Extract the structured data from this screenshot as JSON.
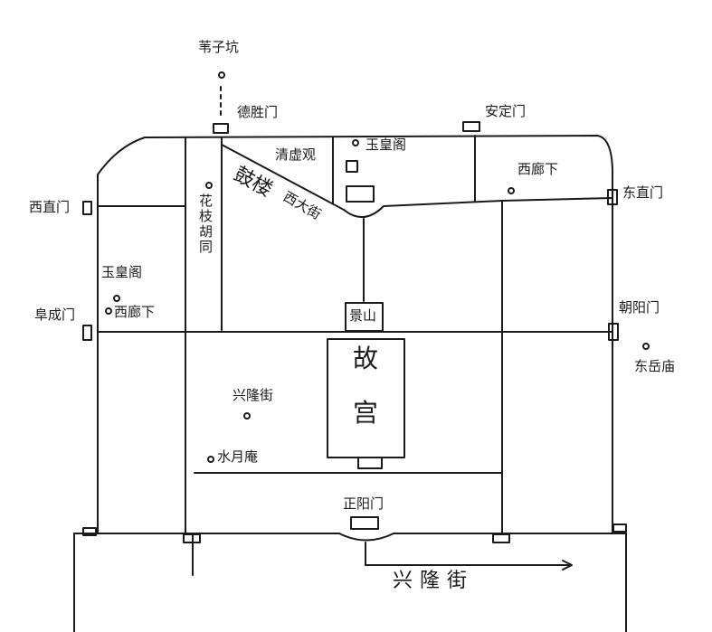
{
  "labels": {
    "dizikeng": "苇子坑",
    "deshengmen": "德胜门",
    "andingmen": "安定门",
    "qingxuguan": "清虚观",
    "yuhuangge_ne": "玉皇阁",
    "ximenxia_ne": "西廊下",
    "dongzhimen": "东直门",
    "gulou": "鼓楼",
    "gulou_xidajie": "西大街",
    "huazhi_hutong": "花枝胡同",
    "xizhimen": "西直门",
    "yuhuangge_w": "玉皇阁",
    "xilangxia_w": "西廊下",
    "fuchengmen": "阜成门",
    "jingshan": "景山",
    "chaoyangmen": "朝阳门",
    "dongyuemiao": "东岳庙",
    "gugong_1": "故",
    "gugong_2": "宫",
    "xinglongjie_inner": "兴隆街",
    "shuiyuean": "水月庵",
    "zhengyangmen": "正阳门",
    "xinglongjie_outer": "兴隆街"
  },
  "colors": {
    "ink": "#1a1a1a",
    "paper": "#ffffff"
  }
}
